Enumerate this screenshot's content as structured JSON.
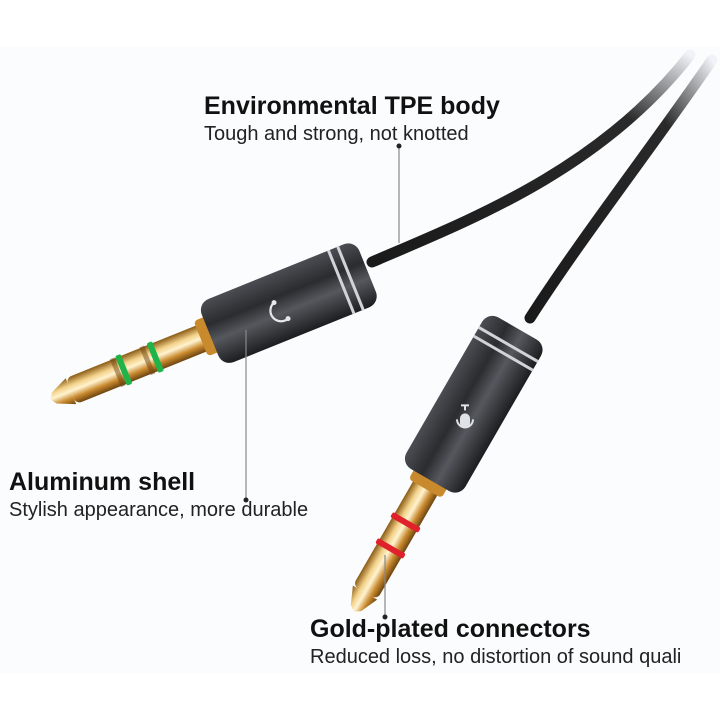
{
  "callouts": {
    "tpe_body": {
      "title": "Environmental TPE body",
      "subtitle": "Tough and strong, not knotted"
    },
    "aluminum_shell": {
      "title": "Aluminum shell",
      "subtitle": "Stylish appearance, more durable"
    },
    "gold_connectors": {
      "title": "Gold-plated connectors",
      "subtitle": "Reduced loss, no distortion of sound quali"
    }
  },
  "plugs": {
    "headphone": {
      "icon": "headphone-icon",
      "ring_color": "#1fb34a"
    },
    "microphone": {
      "icon": "microphone-icon",
      "ring_color": "#e0202a"
    }
  },
  "colors": {
    "background": "#fbfcfd",
    "shell": "#2b2d30",
    "gold": "#d7a24a",
    "leader": "#888888"
  }
}
